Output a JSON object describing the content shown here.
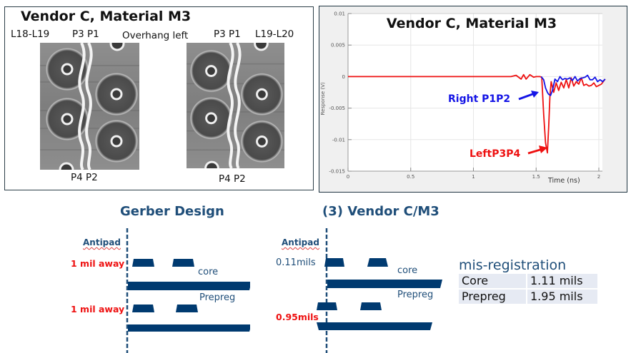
{
  "photo_panel": {
    "title": "Vendor C, Material M3",
    "labels": {
      "left_layers": "L18-L19",
      "left_top_pads": "P3  P1",
      "overhang": "Overhang left",
      "right_top_pads": "P3  P1",
      "right_layers": "L19-L20",
      "left_bottom_pads": "P4  P2",
      "right_bottom_pads": "P4  P2"
    }
  },
  "chart_panel": {
    "annotations": {
      "right": "Right P1P2",
      "left": "LeftP3P4"
    },
    "colors": {
      "right": "#1414e6",
      "left": "#ee1111"
    }
  },
  "chart_data": {
    "type": "line",
    "title": "Vendor C, Material M3",
    "xlabel": "Time (ns)",
    "ylabel": "Response (V)",
    "xlim": [
      0,
      2.05
    ],
    "ylim": [
      -0.015,
      0.01
    ],
    "xticks": [
      0,
      0.5,
      1,
      1.5,
      2
    ],
    "xtick_labels": [
      "0",
      "0.5",
      "1",
      "1.5",
      "2"
    ],
    "yticks": [
      0.01,
      0.005,
      0,
      -0.005,
      -0.01,
      -0.015
    ],
    "ytick_labels": [
      "0.01",
      "0.005",
      "0",
      "-0.005",
      "-0.01",
      "-0.015"
    ],
    "grid": true,
    "series": [
      {
        "name": "Right P1P2",
        "color": "#1414e6",
        "x": [
          1.54,
          1.56,
          1.575,
          1.59,
          1.6,
          1.615,
          1.63,
          1.65,
          1.67,
          1.69,
          1.71,
          1.73,
          1.75,
          1.77,
          1.79,
          1.81,
          1.83,
          1.85,
          1.87,
          1.89,
          1.91,
          1.93,
          1.95,
          1.97,
          1.99,
          2.01,
          2.03,
          2.05
        ],
        "y": [
          0.0,
          -0.0005,
          -0.0018,
          -0.0025,
          -0.0028,
          -0.003,
          -0.0022,
          -0.0004,
          -0.0008,
          0.0,
          -0.0005,
          -0.0003,
          -0.0004,
          -0.0002,
          -0.0006,
          0.0,
          -0.0007,
          -0.0003,
          -0.0002,
          -0.0001,
          0.0002,
          -0.0005,
          -0.0005,
          -0.0001,
          -0.0008,
          -0.0005,
          -0.0008,
          -0.0004
        ]
      },
      {
        "name": "LeftP3P4",
        "color": "#ee1111",
        "x": [
          0,
          1.3,
          1.34,
          1.38,
          1.4,
          1.42,
          1.45,
          1.48,
          1.5,
          1.53,
          1.545,
          1.56,
          1.575,
          1.59,
          1.6,
          1.61,
          1.62,
          1.64,
          1.66,
          1.68,
          1.7,
          1.72,
          1.74,
          1.76,
          1.78,
          1.8,
          1.82,
          1.84,
          1.86,
          1.88,
          1.9,
          1.92,
          1.94,
          1.96,
          1.98,
          2.0,
          2.02,
          2.05
        ],
        "y": [
          0.0,
          0.0,
          0.0002,
          -0.0004,
          0.0003,
          -0.0004,
          0.0003,
          -0.0001,
          0.0,
          0.0,
          -0.0001,
          -0.006,
          -0.0105,
          -0.0121,
          -0.008,
          -0.003,
          -0.0008,
          -0.0025,
          -0.001,
          -0.0022,
          -0.0009,
          -0.0018,
          -0.0005,
          -0.0018,
          -0.0002,
          -0.0015,
          -0.0008,
          -0.0012,
          -0.0002,
          -0.0014,
          -0.0012,
          -0.0015,
          -0.0014,
          -0.001,
          -0.0016,
          -0.0014,
          -0.0012,
          -0.0004
        ]
      }
    ]
  },
  "gerber": {
    "title": "Gerber Design",
    "antipad": "Antipad",
    "core_offset": "1 mil away",
    "prepreg_offset": "1 mil away",
    "core": "core",
    "prepreg": "Prepreg"
  },
  "vendor": {
    "title": "(3) Vendor C/M3",
    "antipad": "Antipad",
    "core_offset": "0.11mils",
    "prepreg_offset": "0.95mils",
    "core": "core",
    "prepreg": "Prepreg"
  },
  "misregistration": {
    "title": "mis-registration",
    "rows": [
      {
        "layer": "Core",
        "value": "1.11 mils"
      },
      {
        "layer": "Prepreg",
        "value": "1.95 mils"
      }
    ]
  }
}
